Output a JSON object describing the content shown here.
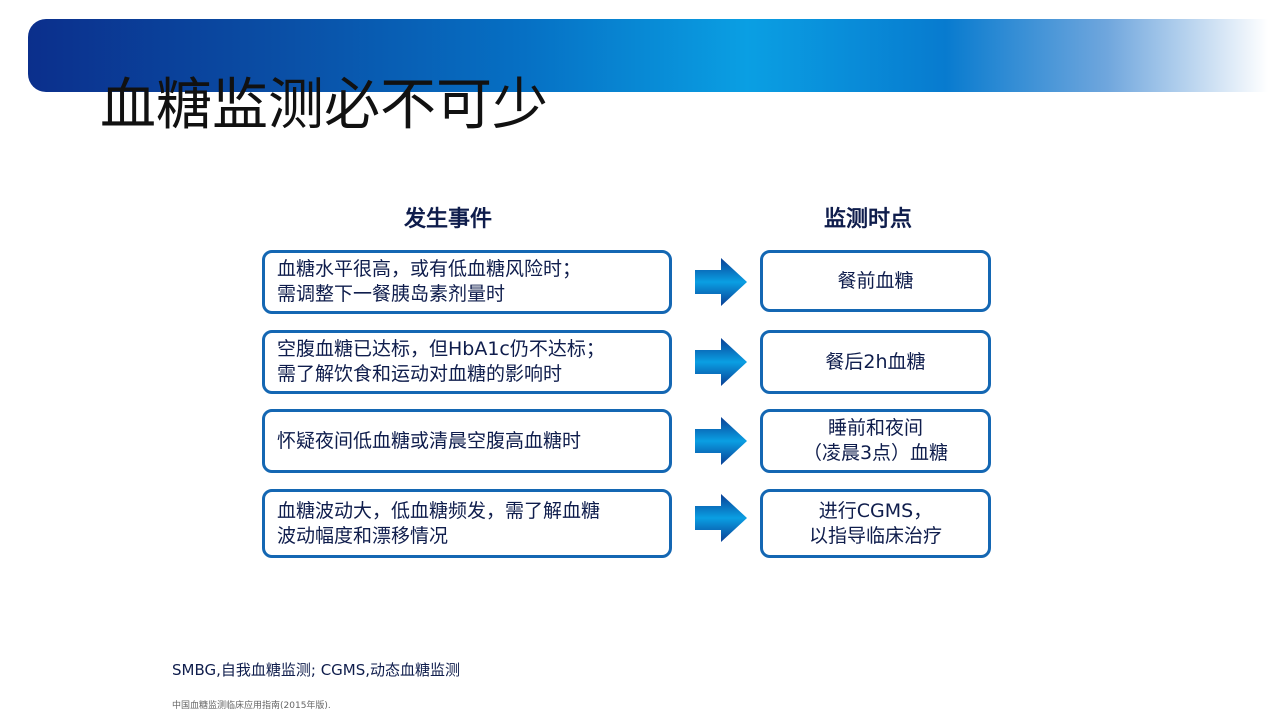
{
  "slide": {
    "title": "血糖监测必不可少",
    "columns": {
      "left_header": "发生事件",
      "right_header": "监测时点"
    },
    "rows": [
      {
        "event_lines": [
          "血糖水平很高，或有低血糖风险时；",
          "需调整下一餐胰岛素剂量时"
        ],
        "timing_lines": [
          "餐前血糖"
        ]
      },
      {
        "event_lines": [
          "空腹血糖已达标，但HbA1c仍不达标；",
          "需了解饮食和运动对血糖的影响时"
        ],
        "timing_lines": [
          "餐后2h血糖"
        ]
      },
      {
        "event_lines": [
          "怀疑夜间低血糖或清晨空腹高血糖时"
        ],
        "timing_lines": [
          "睡前和夜间",
          "（凌晨3点）血糖"
        ]
      },
      {
        "event_lines": [
          "血糖波动大，低血糖频发，需了解血糖",
          "波动幅度和漂移情况"
        ],
        "timing_lines": [
          "进行CGMS，",
          "以指导临床治疗"
        ]
      }
    ],
    "footnote": "SMBG,自我血糖监测; CGMS,动态血糖监测",
    "reference": "中国血糖监测临床应用指南(2015年版)."
  },
  "colors": {
    "accent": "#1467b3",
    "text": "#0f1d4c",
    "arrow_dark": "#0a3f95",
    "arrow_light": "#0a9fe3"
  },
  "icons": {
    "arrow": "arrow-right-icon"
  }
}
